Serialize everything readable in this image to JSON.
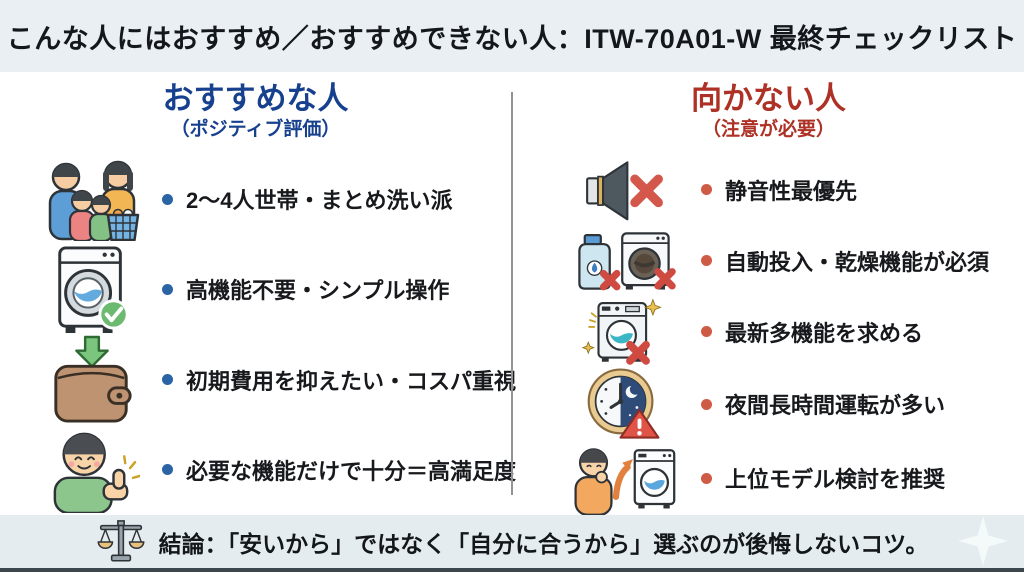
{
  "header": {
    "title": "こんな人にはおすすめ／おすすめできない人：ITW-70A01-W 最終チェックリスト"
  },
  "left_column": {
    "title": "おすすめな人",
    "subtitle": "（ポジティブ評価）",
    "accent_color": "#17418e",
    "bullet_color": "#2b64a5",
    "items": [
      {
        "icon": "family-icon",
        "label": "2〜4人世帯・まとめ洗い派"
      },
      {
        "icon": "washer-check-icon",
        "label": "高機能不要・シンプル操作"
      },
      {
        "icon": "wallet-save-icon",
        "label": "初期費用を抑えたい・コスパ重視"
      },
      {
        "icon": "thumbs-up-person-icon",
        "label": "必要な機能だけで十分＝高満足度"
      }
    ]
  },
  "right_column": {
    "title": "向かない人",
    "subtitle": "（注意が必要）",
    "accent_color": "#ae3126",
    "bullet_color": "#cf5a45",
    "items": [
      {
        "icon": "speaker-mute-icon",
        "label": "静音性最優先"
      },
      {
        "icon": "detergent-washer-x-icon",
        "label": "自動投入・乾燥機能が必須"
      },
      {
        "icon": "new-washer-x-icon",
        "label": "最新多機能を求める"
      },
      {
        "icon": "night-clock-warning-icon",
        "label": "夜間長時間運転が多い"
      },
      {
        "icon": "upgrade-washer-icon",
        "label": "上位モデル検討を推奨"
      }
    ]
  },
  "footer": {
    "icon": "balance-scale-icon",
    "text": "結論：「安いから」ではなく「自分に合うから」選ぶのが後悔しないコツ。"
  },
  "colors": {
    "band_background": "#e9eff2",
    "main_background": "#ffffff",
    "title_text": "#14171c",
    "item_text": "#17191c",
    "divider": "#8f9496",
    "bottom_border": "#3c474d",
    "error_x": "#d4574b",
    "success_check": "#6cba70"
  }
}
